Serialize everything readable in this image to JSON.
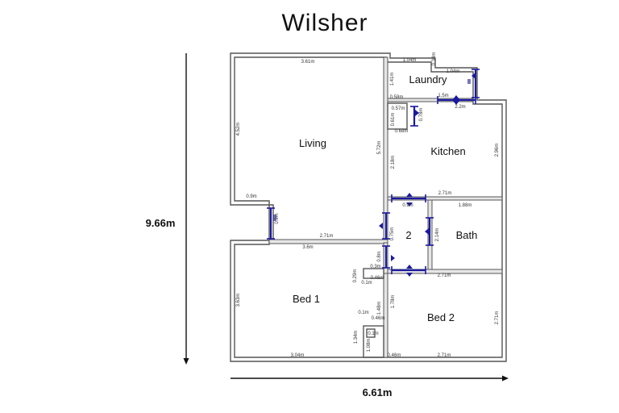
{
  "title": "Wilsher",
  "overall": {
    "height": "9.66m",
    "width": "6.61m"
  },
  "rooms": {
    "living": "Living",
    "laundry": "Laundry",
    "kitchen": "Kitchen",
    "hall": "2",
    "bath": "Bath",
    "bed1": "Bed 1",
    "bed2": "Bed 2"
  },
  "dims": {
    "d_361": "3.61m",
    "d_104a": "1.04m",
    "d_034": "0.34m",
    "d_104b": "1.04m",
    "d_141": "1.41m",
    "d_058": "0.58m",
    "d_15": "1.5m",
    "d_057": "0.57m",
    "d_061": "0.61m",
    "d_078": "0.78m",
    "d_068": "0.68m",
    "d_22": "2.2m",
    "d_452": "4.52m",
    "d_572": "5.72m",
    "d_218": "2.18m",
    "d_296": "2.96m",
    "d_09": "0.9m",
    "d_271a": "2.71m",
    "d_271b": "2.71m",
    "d_09b": "0.9m",
    "d_188": "1.88m",
    "d_075": "0.75m",
    "d_36": "3.6m",
    "d_214": "2.14m",
    "d_08": "0.8m",
    "d_03": "0.3m",
    "d_029": "0.29m",
    "d_01a": "0.1m",
    "d_046a": "0.46m",
    "d_271c": "2.71m",
    "d_363": "3.63m",
    "d_148": "1.48m",
    "d_178": "1.78m",
    "d_271d": "2.71m",
    "d_01b": "0.1m",
    "d_046b": "0.46m",
    "d_01c": "0.1m",
    "d_134": "1.34m",
    "d_108": "1.08m",
    "d_304": "3.04m",
    "d_046c": "0.46m",
    "d_271e": "2.71m"
  }
}
